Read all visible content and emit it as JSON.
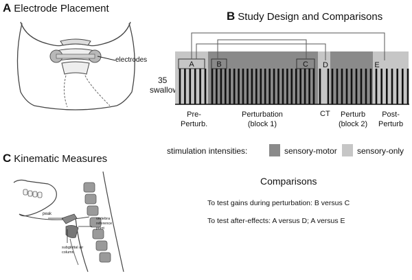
{
  "panel_a": {
    "letter": "A",
    "title": "Electrode Placement",
    "label_electrodes": "electrodes"
  },
  "panel_b": {
    "letter": "B",
    "title": "Study Design and Comparisons",
    "y_label_line1": "35",
    "y_label_line2": "swallows:",
    "box_labels": [
      "A",
      "B",
      "C",
      "D",
      "E"
    ],
    "phases": [
      {
        "line1": "Pre-",
        "line2": "Perturb."
      },
      {
        "line1": "Perturbation",
        "line2": "(block 1)"
      },
      {
        "line1": "CT",
        "line2": ""
      },
      {
        "line1": "Perturb",
        "line2": "(block 2)"
      },
      {
        "line1": "Post-",
        "line2": "Perturb"
      }
    ],
    "legend": {
      "label": "stimulation intensities:",
      "items": [
        {
          "name": "sensory-motor",
          "color": "#8a8a8a"
        },
        {
          "name": "sensory-only",
          "color": "#c6c6c6"
        }
      ]
    },
    "comparisons": {
      "title": "Comparisons",
      "line1": "To test gains during perturbation: B versus C",
      "line2": "To test after-effects: A versus D; A versus E"
    },
    "colors": {
      "sensory_motor": "#8a8a8a",
      "sensory_only": "#c6c6c6",
      "bars": "#111111"
    }
  },
  "panel_c": {
    "letter": "C",
    "title": "Kinematic Measures",
    "labels": {
      "peak": "peak",
      "vertebra": "vertebra reference point",
      "subglottal": "subglottal air column"
    }
  }
}
